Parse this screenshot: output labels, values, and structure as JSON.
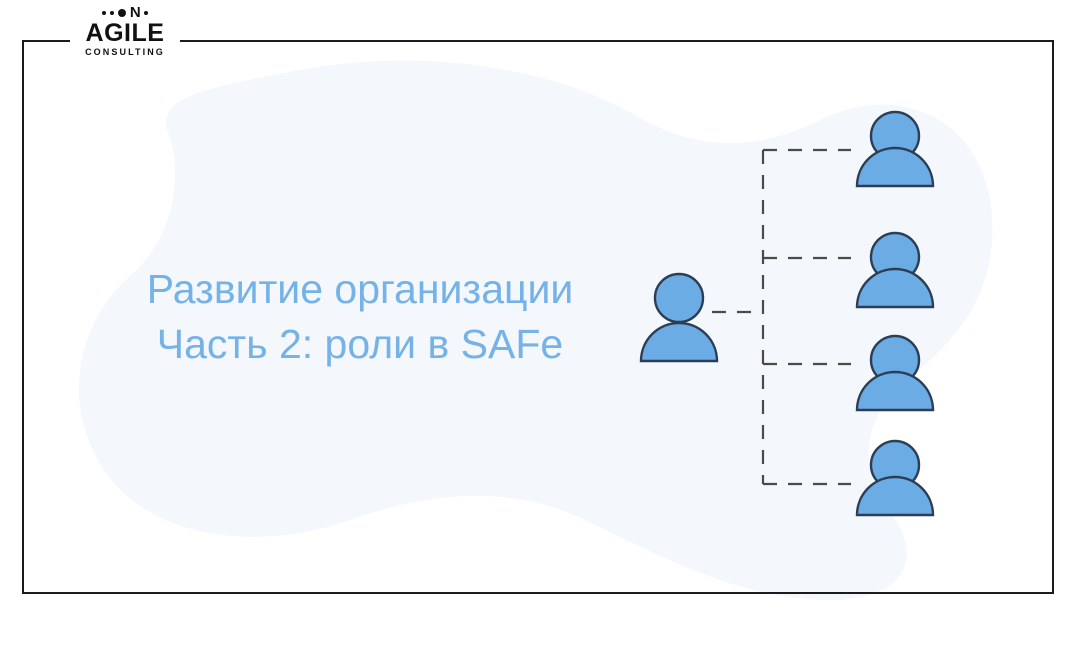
{
  "slide": {
    "background_color": "#ffffff",
    "frame_color": "#1b1b1b",
    "accent_color": "#74b2e8",
    "icon_fill": "#6bacE4",
    "icon_outline": "#2c3e55",
    "blob_color": "#f3f7fb"
  },
  "logo": {
    "top_mark": "N",
    "name": "AGILE",
    "tagline": "CONSULTING"
  },
  "title": {
    "line1": "Развитие организации",
    "line2": "Часть 2: роли в SAFe"
  },
  "diagram": {
    "root": {
      "name": "person-root-icon"
    },
    "children": [
      {
        "name": "person-child-1-icon"
      },
      {
        "name": "person-child-2-icon"
      },
      {
        "name": "person-child-3-icon"
      },
      {
        "name": "person-child-4-icon"
      }
    ],
    "connector_style": "dashed"
  }
}
